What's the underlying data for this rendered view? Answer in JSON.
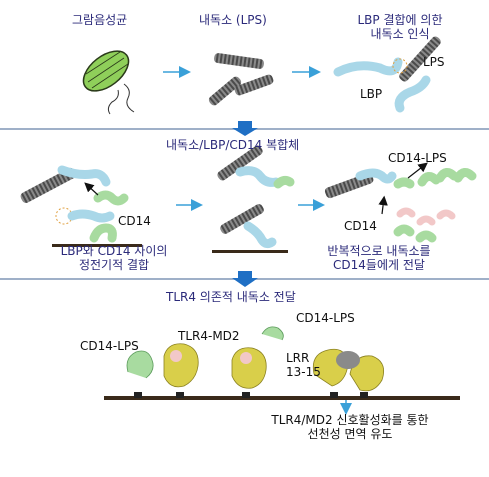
{
  "top_row": {
    "bacteria": "그람음성균",
    "endotoxin": "내독소 (LPS)",
    "lbp_binding_line1": "LBP 결합에 의한",
    "lbp_binding_line2": "내독소 인식",
    "lps_tag": "LPS",
    "lbp_tag": "LBP"
  },
  "middle_row": {
    "title": "내독소/LBP/CD14 복합체",
    "cd14_left": "CD14",
    "cd14_lps": "CD14-LPS",
    "cd14_right": "CD14",
    "caption_left_line1": "LBP와 CD14 사이의",
    "caption_left_line2": "정전기적 결합",
    "caption_right_line1": "반복적으로 내독소를",
    "caption_right_line2": "CD14들에게 전달"
  },
  "bottom_row": {
    "title": "TLR4 의존적 내독소 전달",
    "cd14_lps_left": "CD14-LPS",
    "tlr4_md2": "TLR4-MD2",
    "cd14_lps_right": "CD14-LPS",
    "lrr_line1": "LRR",
    "lrr_line2": "13-15",
    "caption_line1": "TLR4/MD2 신호활성화를 통한",
    "caption_line2": "선천성 면역 유도"
  },
  "colors": {
    "arrow": "#3aa0d8",
    "divider_arrow": "#1f6fc4",
    "bacteria": "#7cc04a",
    "lps": "#6e6e6e",
    "lbp": "#a9d7e8",
    "cd14": "#a8dba0",
    "tlr4": "#d9cf4a",
    "membrane": "#3a2a1a"
  }
}
